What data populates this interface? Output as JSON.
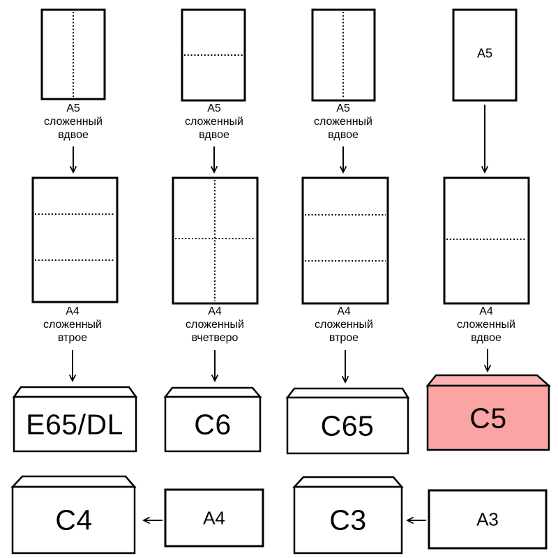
{
  "colors": {
    "stroke": "#000000",
    "paper_fill": "#ffffff",
    "highlight_body": "#FAA4A4",
    "highlight_flap": "#FBB2B2"
  },
  "sheets": {
    "a5_fold_half_1": {
      "size": "A5",
      "cap1": "сложенный",
      "cap2": "вдвое"
    },
    "a5_fold_half_2": {
      "size": "A5",
      "cap1": "сложенный",
      "cap2": "вдвое"
    },
    "a5_fold_half_3": {
      "size": "A5",
      "cap1": "сложенный",
      "cap2": "вдвое"
    },
    "a5_plain": {
      "label": "A5"
    },
    "a4_fold_thirds_1": {
      "size": "A4",
      "cap1": "сложенный",
      "cap2": "втрое"
    },
    "a4_fold_quarters": {
      "size": "A4",
      "cap1": "сложенный",
      "cap2": "вчетверо"
    },
    "a4_fold_thirds_2": {
      "size": "A4",
      "cap1": "сложенный",
      "cap2": "втрое"
    },
    "a4_fold_half": {
      "size": "A4",
      "cap1": "сложенный",
      "cap2": "вдвое"
    }
  },
  "envelopes": {
    "e65dl": "E65/DL",
    "c6": "C6",
    "c65": "C65",
    "c5": "C5",
    "c4": "C4",
    "c3": "C3"
  },
  "source_sheets": {
    "a4": "A4",
    "a3": "A3"
  }
}
